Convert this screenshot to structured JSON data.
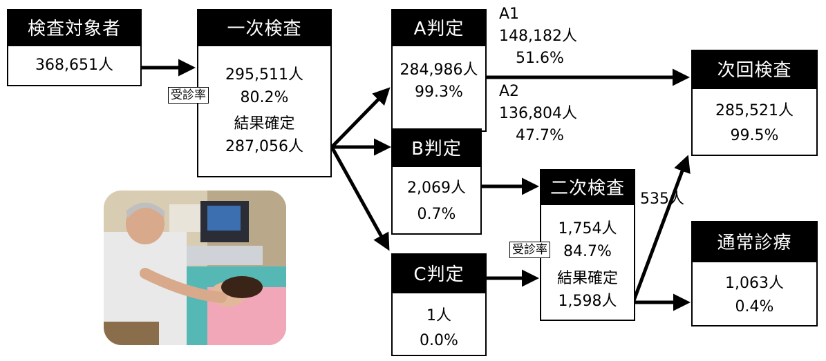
{
  "nodes": {
    "subjects": {
      "title": "検査対象者",
      "count": "368,651人"
    },
    "primary": {
      "title": "一次検査",
      "count": "295,511人",
      "rate_label": "受診率",
      "rate": "80.2%",
      "confirmed_label": "結果確定",
      "confirmed": "287,056人"
    },
    "judge_a": {
      "title": "A判定",
      "count": "284,986人",
      "pct": "99.3%"
    },
    "a1": {
      "label": "A1",
      "count": "148,182人",
      "pct": "51.6%"
    },
    "a2": {
      "label": "A2",
      "count": "136,804人",
      "pct": "47.7%"
    },
    "judge_b": {
      "title": "B判定",
      "count": "2,069人",
      "pct": "0.7%"
    },
    "judge_c": {
      "title": "C判定",
      "count": "1人",
      "pct": "0.0%"
    },
    "secondary": {
      "title": "二次検査",
      "count": "1,754人",
      "rate_label": "受診率",
      "rate": "84.7%",
      "confirmed_label": "結果確定",
      "confirmed": "1,598人"
    },
    "next_exam": {
      "title": "次回検査",
      "count": "285,521人",
      "pct": "99.5%"
    },
    "normal_care": {
      "title": "通常診療",
      "count": "1,063人",
      "pct": "0.4%"
    }
  },
  "edges": {
    "to_next_exam_from_secondary": "535人"
  },
  "colors": {
    "header_bg": "#000000",
    "header_text": "#ffffff",
    "line": "#000000"
  }
}
